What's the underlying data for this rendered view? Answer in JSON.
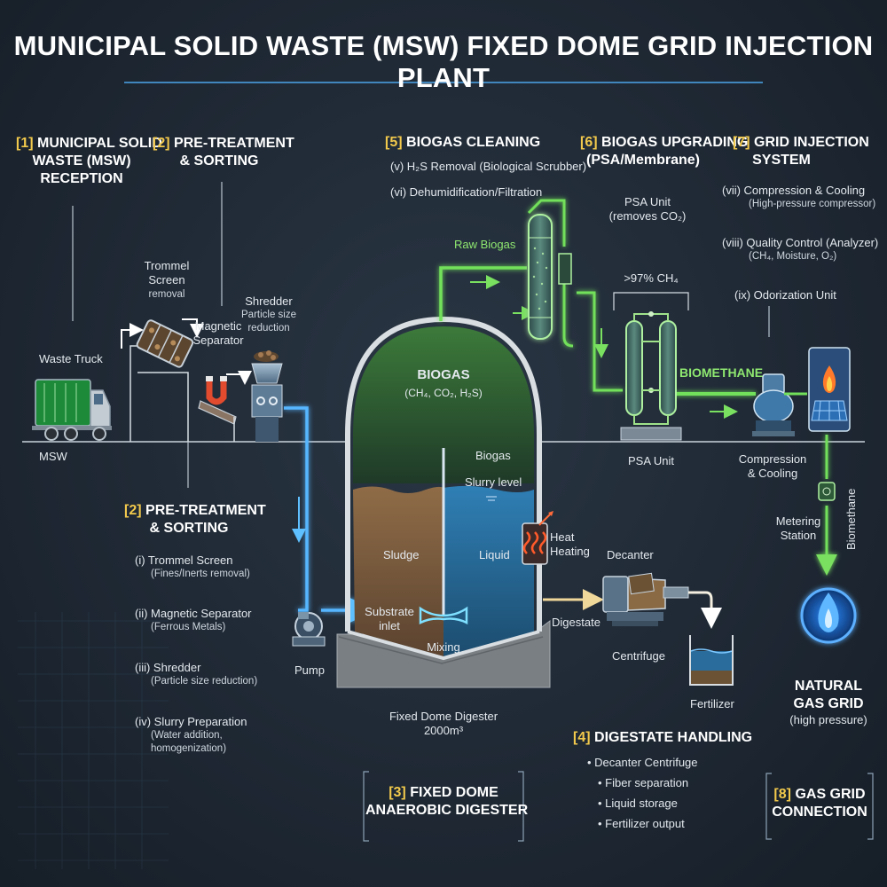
{
  "title": "MUNICIPAL SOLID WASTE (MSW) FIXED DOME GRID INJECTION PLANT",
  "sec1": {
    "num": "[1]",
    "l1": "MUNICIPAL SOLID",
    "l2": "WASTE (MSW)",
    "l3": "RECEPTION"
  },
  "sec2top": {
    "num": "[2]",
    "l1": "PRE-TREATMENT",
    "l2": "& SORTING"
  },
  "labels": {
    "waste_truck": "Waste Truck",
    "msw": "MSW",
    "trommel_1": "Trommel",
    "trommel_2": "Screen",
    "trommel_3": "removal",
    "magnetic_1": "Magnetic",
    "magnetic_2": "Separator",
    "shredder_1": "Shredder",
    "shredder_2": "Particle size",
    "shredder_3": "reduction",
    "raw_biogas": "Raw Biogas",
    "biogas_big": "BIOGAS",
    "biogas_formula": "(CH₄, CO₂, H₂S)",
    "biogas_small": "Biogas",
    "slurry_level": "Slurry level",
    "sludge": "Sludge",
    "liquid": "Liquid",
    "heat_1": "Heat",
    "heat_2": "Heating",
    "substrate_1": "Substrate",
    "substrate_2": "inlet",
    "mixing": "Mixing",
    "pump": "Pump",
    "digester_1": "Fixed Dome Digester",
    "digester_2": "2000m³",
    "digestate": "Digestate",
    "decanter": "Decanter",
    "centrifuge": "Centrifuge",
    "fertilizer": "Fertilizer",
    "psa_unit_1": "PSA Unit",
    "psa_unit_2": "(removes CO₂)",
    "ch4_97": ">97% CH₄",
    "psa_unit_bottom": "PSA Unit",
    "biomethane": "BIOMETHANE",
    "compression_1": "Compression",
    "compression_2": "& Cooling",
    "metering_1": "Metering",
    "metering_2": "Station",
    "biomethane_vert": "Biomethane",
    "natural_gas_1": "NATURAL",
    "natural_gas_2": "GAS GRID",
    "natural_gas_3": "(high pressure)"
  },
  "sec2list": {
    "num": "[2]",
    "l1": "PRE-TREATMENT",
    "l2": "& SORTING",
    "items": [
      {
        "a": "(i) Trommel Screen",
        "b": "(Fines/Inerts removal)"
      },
      {
        "a": "(ii) Magnetic Separator",
        "b": "(Ferrous Metals)"
      },
      {
        "a": "(iii) Shredder",
        "b": "(Particle size reduction)"
      },
      {
        "a": "(iv) Slurry Preparation",
        "b": "(Water addition,",
        "c": "homogenization)"
      }
    ]
  },
  "sec5": {
    "num": "[5]",
    "l1": "BIOGAS CLEANING",
    "i1": "(v) H₂S Removal (Biological Scrubber)",
    "i2": "(vi) Dehumidification/Filtration"
  },
  "sec6": {
    "num": "[6]",
    "l1": "BIOGAS UPGRADING",
    "l2": "(PSA/Membrane)"
  },
  "sec7": {
    "num": "[7]",
    "l1": "GRID INJECTION",
    "l2": "SYSTEM",
    "i1a": "(vii) Compression & Cooling",
    "i1b": "(High-pressure compressor)",
    "i2a": "(viii) Quality Control (Analyzer)",
    "i2b": "(CH₄, Moisture, O₂)",
    "i3": "(ix) Odorization Unit"
  },
  "sec3": {
    "num": "[3]",
    "l1": "FIXED DOME",
    "l2": "ANAEROBIC DIGESTER"
  },
  "sec4": {
    "num": "[4]",
    "l1": "DIGESTATE HANDLING",
    "items": [
      "• Decanter Centrifuge",
      "• Fiber separation",
      "• Liquid storage",
      "• Fertilizer output"
    ]
  },
  "sec8": {
    "num": "[8]",
    "l1": "GAS GRID",
    "l2": "CONNECTION"
  },
  "colors": {
    "bg": "#1e2833",
    "gas": "#6fdc5a",
    "slurry": "#4ab3ff",
    "sludge": "#8a6a45",
    "accent": "#f2c94c"
  }
}
